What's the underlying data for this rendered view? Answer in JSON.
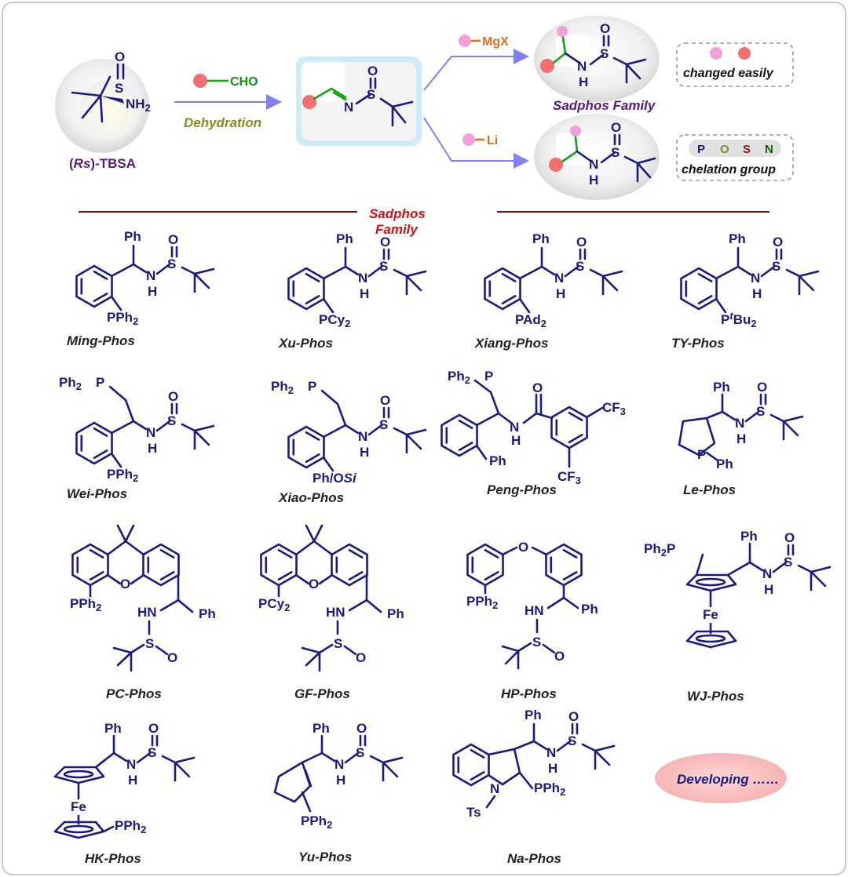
{
  "top": {
    "reagent_name_prefix": "(",
    "reagent_name_rs": "Rs",
    "reagent_name_suffix": ")-TBSA",
    "aldehyde_label": "CHO",
    "dehydration_label": "Dehydration",
    "grignard_label": "MgX",
    "lithium_label": "Li",
    "family_label": "Sadphos Family",
    "note_changed": "changed easily",
    "note_chelation": "chelation group",
    "chelation_atoms": [
      "P",
      "O",
      "S",
      "N"
    ],
    "sulfinyl_S": "S",
    "sulfinyl_O": "O",
    "amine_NH2": "NH",
    "sub2": "2",
    "imine_N": "N",
    "amide_N": "N",
    "amide_H": "H"
  },
  "section_title_line1": "Sadphos",
  "section_title_line2": "Family",
  "ligands": [
    {
      "name": "Ming-Phos",
      "sub": "PPh",
      "sub2": "2",
      "top": "Ph"
    },
    {
      "name": "Xu-Phos",
      "sub": "PCy",
      "sub2": "2",
      "top": "Ph"
    },
    {
      "name": "Xiang-Phos",
      "sub": "PAd",
      "sub2": "2",
      "top": "Ph"
    },
    {
      "name": "TY-Phos",
      "sub": "P",
      "supt": "t",
      "sub_mid": "Bu",
      "sub2": "2",
      "top": "Ph"
    },
    {
      "name": "Wei-Phos",
      "sub": "PPh",
      "sub2": "2",
      "top": "Ph",
      "top2": "P"
    },
    {
      "name": "Xiao-Phos",
      "sub": "Ph/O",
      "si": "Si",
      "top": "Ph",
      "top2": "P"
    },
    {
      "name": "Peng-Phos",
      "sub": "Ph",
      "cf3": "CF",
      "cf3sub": "3",
      "top": "Ph",
      "top2": "P",
      "O": "O"
    },
    {
      "name": "Le-Phos",
      "top": "Ph",
      "P": "P",
      "pph": "Ph"
    },
    {
      "name": "PC-Phos",
      "sub": "PPh",
      "sub2": "2",
      "ph": "Ph",
      "hn": "HN"
    },
    {
      "name": "GF-Phos",
      "sub": "PCy",
      "sub2": "2",
      "ph": "Ph",
      "hn": "HN"
    },
    {
      "name": "HP-Phos",
      "sub": "PPh",
      "sub2": "2",
      "ph": "Ph",
      "hn": "HN"
    },
    {
      "name": "WJ-Phos",
      "fe": "Fe",
      "top": "Ph",
      "pph": "Ph",
      "sub2": "2",
      "p": "P"
    },
    {
      "name": "HK-Phos",
      "fe": "Fe",
      "top": "Ph",
      "sub": "PPh",
      "sub2": "2"
    },
    {
      "name": "Yu-Phos",
      "sub": "PPh",
      "sub2": "2",
      "top": "Ph"
    },
    {
      "name": "Na-Phos",
      "sub": "PPh",
      "sub2": "2",
      "top": "Ph",
      "ts": "Ts",
      "N": "N"
    }
  ],
  "developing_label": "Developing ……",
  "atoms": {
    "S": "S",
    "O": "O",
    "N": "N",
    "H": "H",
    "Ph": "Ph",
    "Ph2": "Ph",
    "two": "2",
    "three": "3"
  },
  "colors": {
    "bond": "#1a1a80",
    "green": "#16a016",
    "pink": "#f4a0d8",
    "salmon": "#f47070",
    "arrow": "#8080f0",
    "rule": "#7a1010"
  }
}
